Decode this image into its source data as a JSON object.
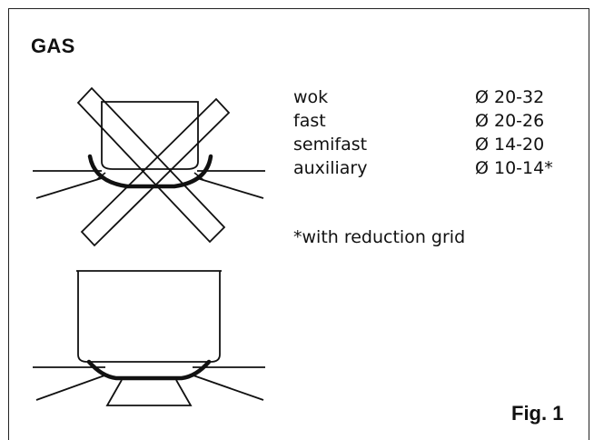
{
  "section": {
    "title": "GAS"
  },
  "cookware_sizes": [
    {
      "name": "wok",
      "diameter": "Ø 20-32"
    },
    {
      "name": "fast",
      "diameter": "Ø 20-26"
    },
    {
      "name": "semifast",
      "diameter": "Ø 14-20"
    },
    {
      "name": "auxiliary",
      "diameter": "Ø 10-14*"
    }
  ],
  "footnote": "*with reduction grid",
  "figure_label": "Fig. 1",
  "illustrations": [
    {
      "name": "incorrect-pot-placement",
      "crossed_out": true
    },
    {
      "name": "correct-pot-placement",
      "crossed_out": false
    }
  ]
}
